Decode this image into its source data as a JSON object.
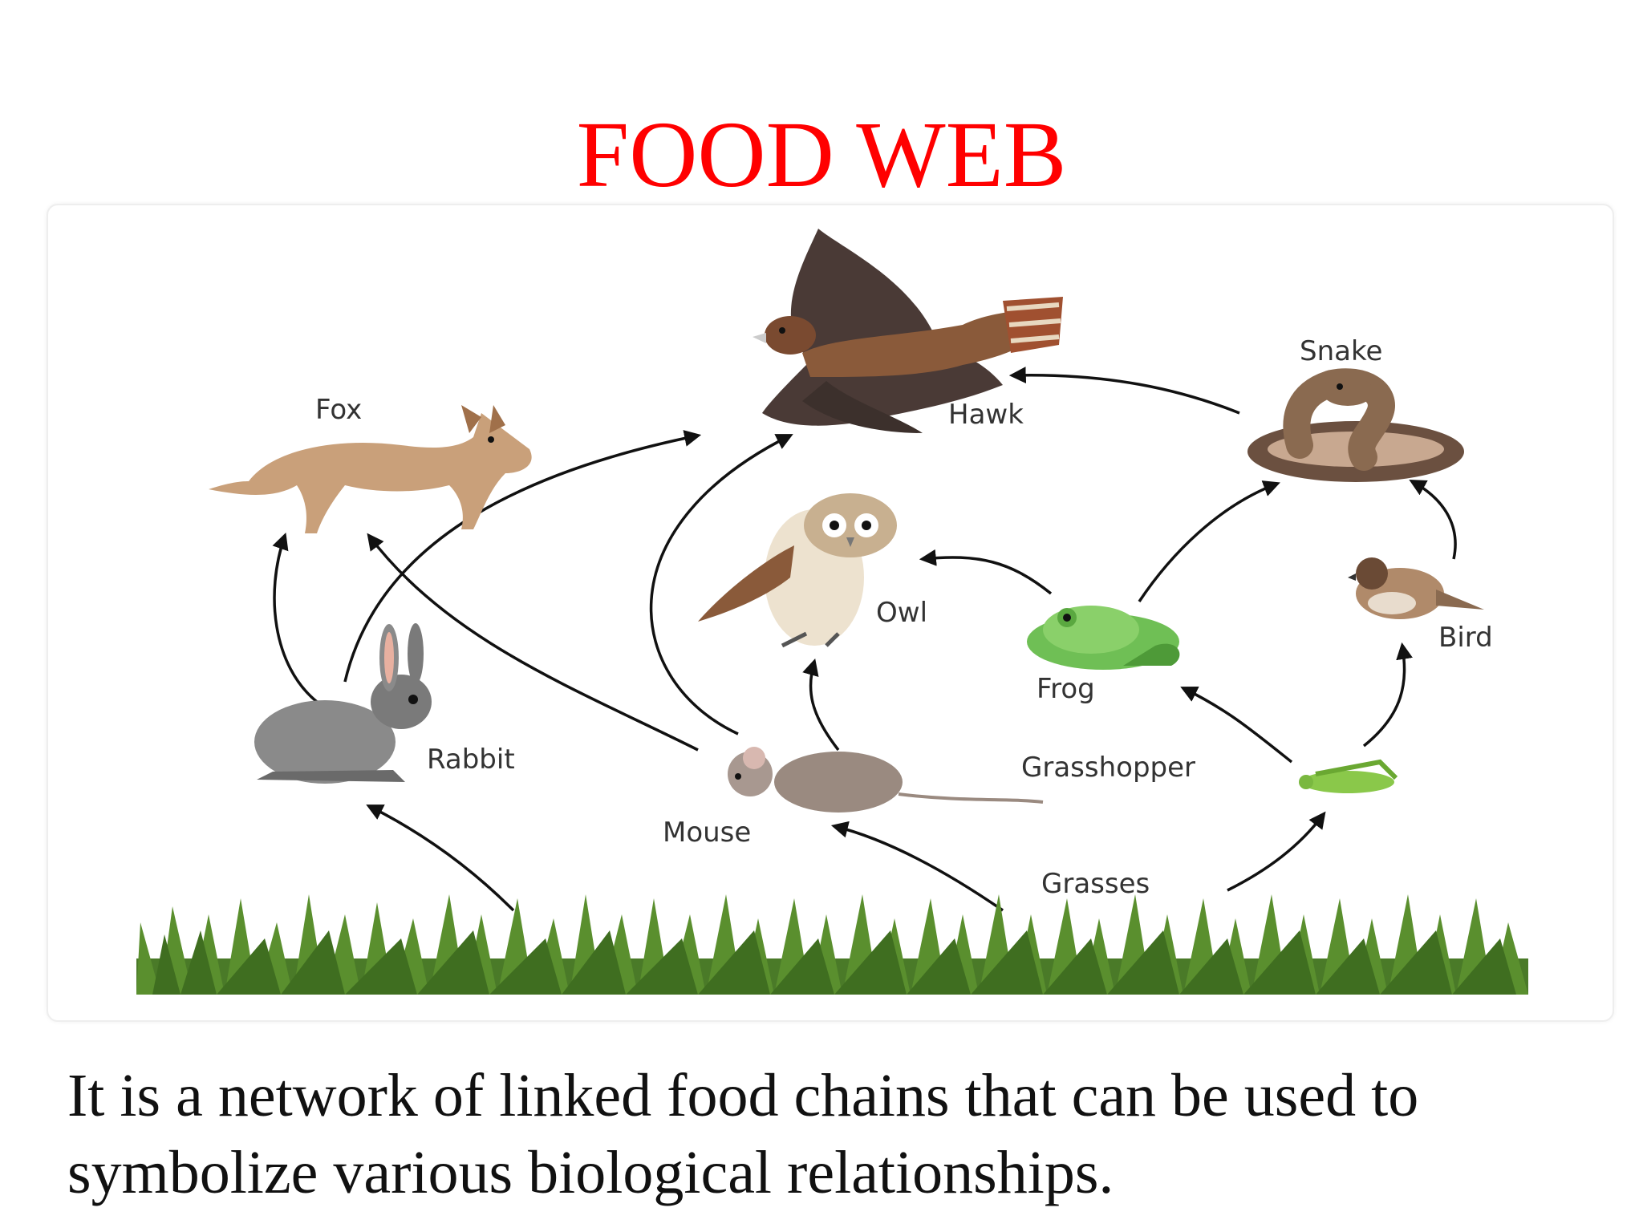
{
  "title": "FOOD WEB",
  "description": "It is a network of linked food chains that can be used to symbolize various biological relationships.",
  "colors": {
    "title": "#ff0000",
    "arrows": "#111111",
    "labels": "#333333"
  },
  "organisms": {
    "hawk": "Hawk",
    "snake": "Snake",
    "fox": "Fox",
    "owl": "Owl",
    "frog": "Frog",
    "bird": "Bird",
    "rabbit": "Rabbit",
    "mouse": "Mouse",
    "grasshopper": "Grasshopper",
    "grasses": "Grasses"
  },
  "links": [
    [
      "Grasses",
      "Rabbit"
    ],
    [
      "Grasses",
      "Mouse"
    ],
    [
      "Grasses",
      "Grasshopper"
    ],
    [
      "Rabbit",
      "Fox"
    ],
    [
      "Rabbit",
      "Hawk"
    ],
    [
      "Mouse",
      "Fox"
    ],
    [
      "Mouse",
      "Hawk"
    ],
    [
      "Mouse",
      "Owl"
    ],
    [
      "Grasshopper",
      "Frog"
    ],
    [
      "Grasshopper",
      "Bird"
    ],
    [
      "Frog",
      "Owl"
    ],
    [
      "Frog",
      "Snake"
    ],
    [
      "Bird",
      "Snake"
    ],
    [
      "Snake",
      "Hawk"
    ]
  ]
}
